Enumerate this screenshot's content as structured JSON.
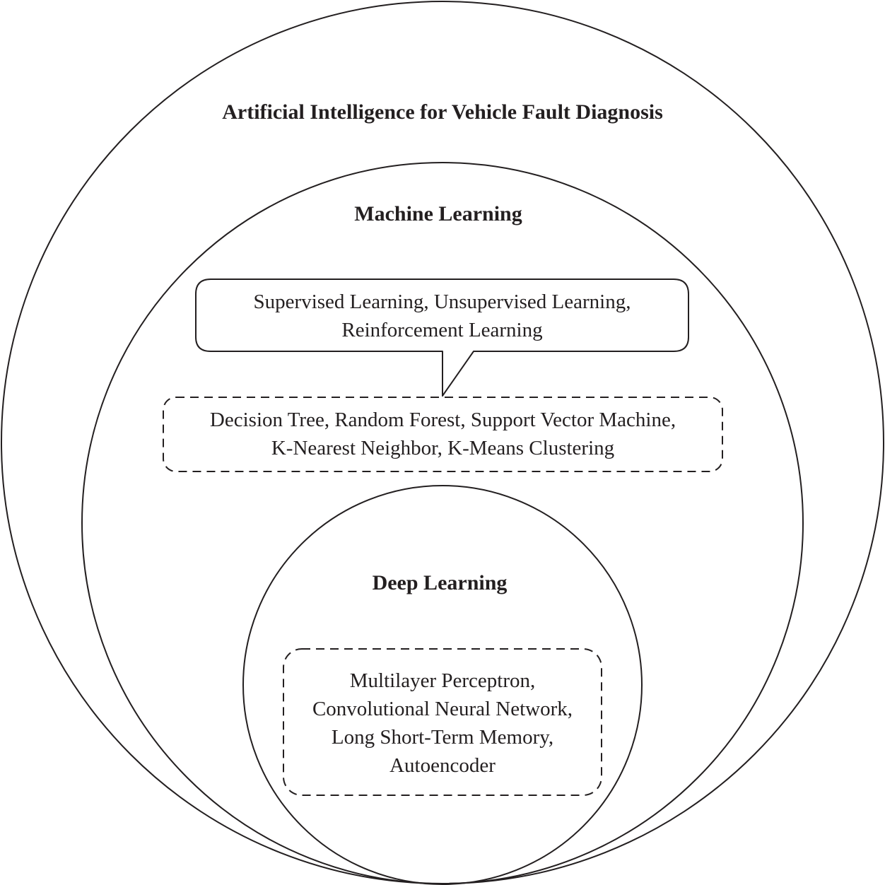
{
  "diagram": {
    "outer": {
      "title": "Artificial Intelligence for Vehicle Fault Diagnosis"
    },
    "machine_learning": {
      "title": "Machine Learning",
      "paradigms": {
        "lines": [
          "Supervised Learning, Unsupervised Learning,",
          "Reinforcement Learning"
        ]
      },
      "algorithms": {
        "lines": [
          "Decision Tree, Random Forest, Support Vector Machine,",
          "K-Nearest Neighbor, K-Means Clustering"
        ]
      }
    },
    "deep_learning": {
      "title": "Deep Learning",
      "algorithms": {
        "lines": [
          "Multilayer Perceptron,",
          "Convolutional Neural Network,",
          "Long Short-Term Memory,",
          "Autoencoder"
        ]
      }
    },
    "colors": {
      "stroke": "#231f20",
      "background": "#ffffff"
    }
  }
}
